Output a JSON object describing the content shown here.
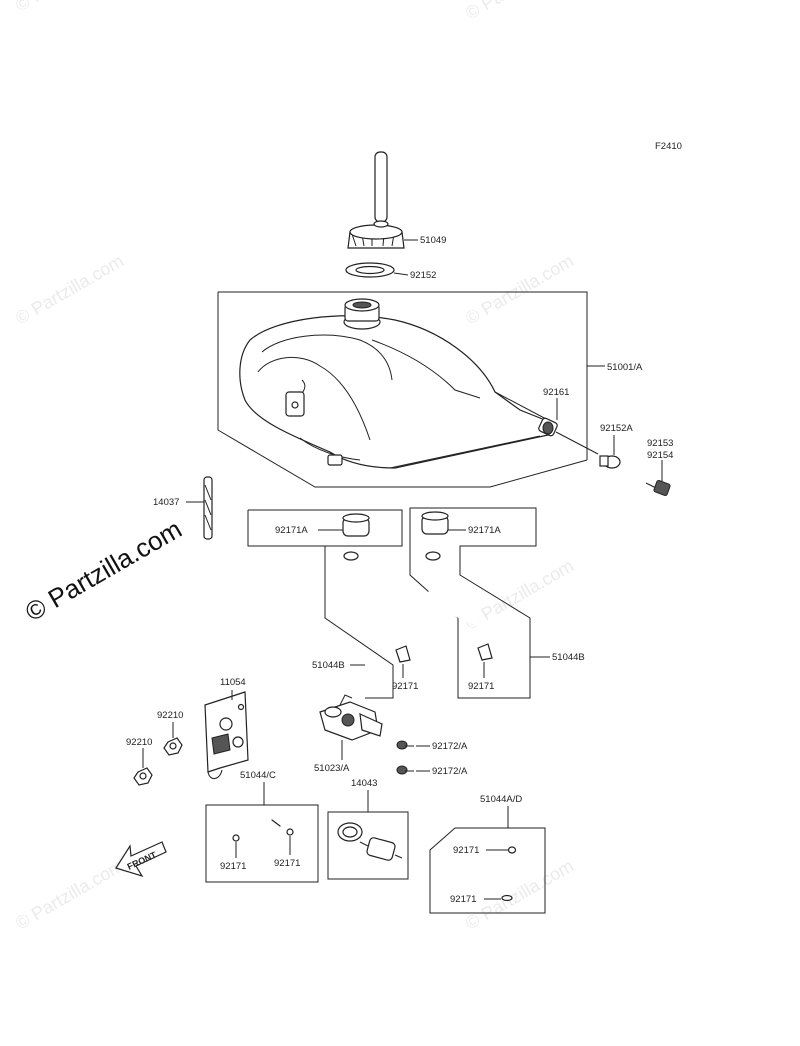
{
  "figure_code": "F2410",
  "watermark": {
    "text": "© Partzilla.com"
  },
  "labels": {
    "cap": "51049",
    "cap_gasket": "92152",
    "tank": "51001/A",
    "tank_plug": "92161",
    "plug_washer": "92152A",
    "bolt_a": "92153",
    "bolt_b": "92154",
    "breather": "14037",
    "clamp_left_top": "92171A",
    "clamp_right_top": "92171A",
    "hose_left": "51044B",
    "hose_right": "51044B",
    "clip_left": "92171",
    "clip_right": "92171",
    "bracket": "11054",
    "nut_a": "92210",
    "nut_b": "92210",
    "fuel_cock": "51023/A",
    "screw_a": "92172/A",
    "screw_b": "92172/A",
    "hose_c": "51044/C",
    "clip_c_left": "92171",
    "clip_c_right": "92171",
    "filter": "14043",
    "hose_ad": "51044A/D",
    "clip_ad_top": "92171",
    "clip_ad_bottom": "92171",
    "front_arrow": "FRONT"
  }
}
